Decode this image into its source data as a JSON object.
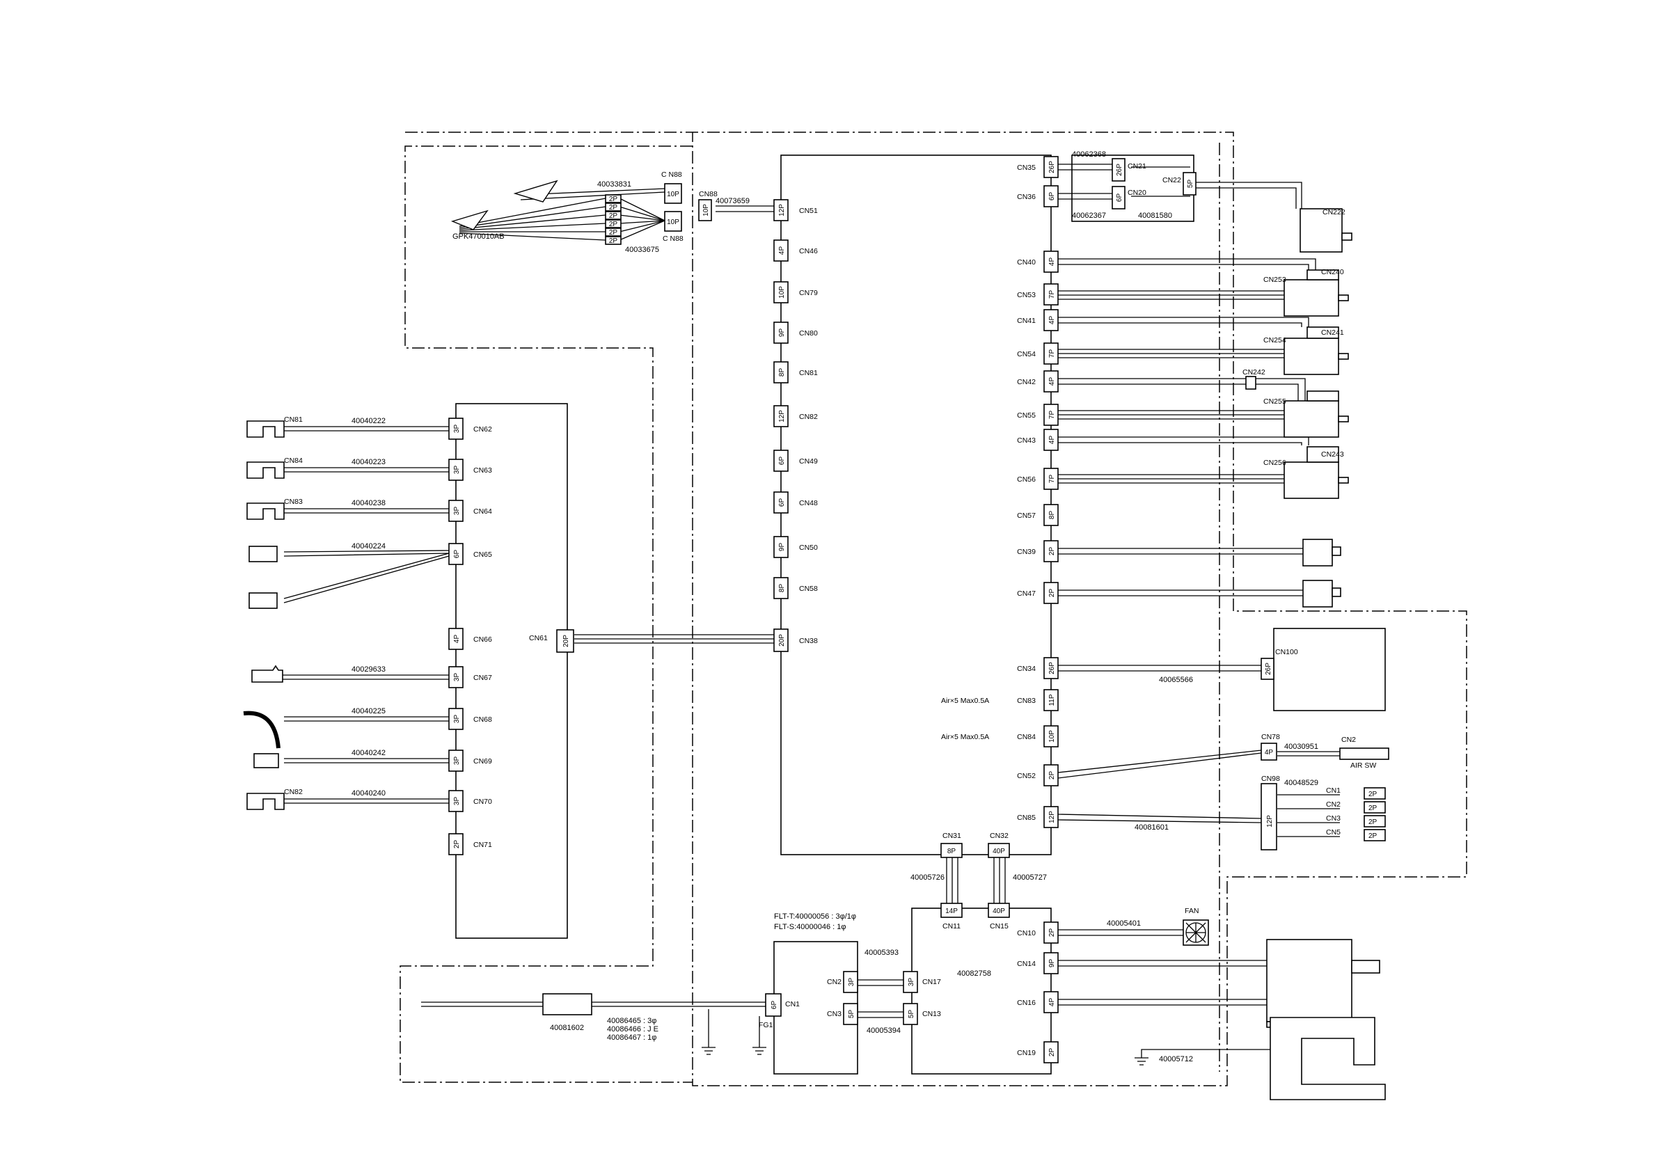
{
  "top_harness": {
    "part_a": "40033831",
    "part_b": "40033675",
    "assembly": "GPK470010AB",
    "cn88_top_label": "C N88",
    "cn88_top_pins": "10P",
    "cn88_bot_label": "C N88",
    "cn88_bot_pins": "10P",
    "mini_pins": "2P",
    "cn88_board_label": "CN88",
    "cn88_board_pins": "10P",
    "cable_to_cn51": "40073659"
  },
  "main_board": {
    "left_connectors": [
      {
        "name": "CN51",
        "pins": "12P"
      },
      {
        "name": "CN46",
        "pins": "4P"
      },
      {
        "name": "CN79",
        "pins": "10P"
      },
      {
        "name": "CN80",
        "pins": "9P"
      },
      {
        "name": "CN81",
        "pins": "8P"
      },
      {
        "name": "CN82",
        "pins": "12P"
      },
      {
        "name": "CN49",
        "pins": "6P"
      },
      {
        "name": "CN48",
        "pins": "6P"
      },
      {
        "name": "CN50",
        "pins": "9P"
      },
      {
        "name": "CN58",
        "pins": "8P"
      },
      {
        "name": "CN38",
        "pins": "20P"
      }
    ],
    "right_connectors": [
      {
        "name": "CN35",
        "pins": "26P"
      },
      {
        "name": "CN36",
        "pins": "6P"
      },
      {
        "name": "CN40",
        "pins": "4P"
      },
      {
        "name": "CN53",
        "pins": "7P"
      },
      {
        "name": "CN41",
        "pins": "4P"
      },
      {
        "name": "CN54",
        "pins": "7P"
      },
      {
        "name": "CN42",
        "pins": "4P"
      },
      {
        "name": "CN55",
        "pins": "7P"
      },
      {
        "name": "CN43",
        "pins": "4P"
      },
      {
        "name": "CN56",
        "pins": "7P"
      },
      {
        "name": "CN57",
        "pins": "8P"
      },
      {
        "name": "CN39",
        "pins": "2P"
      },
      {
        "name": "CN47",
        "pins": "2P"
      },
      {
        "name": "CN34",
        "pins": "26P"
      },
      {
        "name": "CN83",
        "pins": "11P"
      },
      {
        "name": "CN84",
        "pins": "10P"
      },
      {
        "name": "CN52",
        "pins": "2P"
      },
      {
        "name": "CN85",
        "pins": "12P"
      }
    ],
    "bottom_connectors": [
      {
        "name": "CN31",
        "pins": "8P"
      },
      {
        "name": "CN32",
        "pins": "40P"
      }
    ],
    "air_note_1": "Air×5 Max0.5A",
    "air_note_2": "Air×5 Max0.5A"
  },
  "top_right": {
    "cable_top": "40062368",
    "cable_bottom": "40062367",
    "cn21": {
      "name": "CN21",
      "pins": "26P"
    },
    "cn20": {
      "name": "CN20",
      "pins": "6P"
    },
    "cn22": {
      "name": "CN22",
      "pins": "5P"
    },
    "board_part": "40081580",
    "motor_label": "CN222"
  },
  "motors": [
    {
      "connector": "CN253",
      "motor": "CN240"
    },
    {
      "connector": "CN254",
      "motor": "CN241"
    },
    {
      "connector": "CN255",
      "motor": "CN242"
    },
    {
      "connector": "CN256",
      "motor": "CN243"
    }
  ],
  "right_devices": {
    "cn100": {
      "name": "CN100",
      "pins": "26P"
    },
    "cable_cn34": "40065566",
    "cn78": {
      "name": "CN78",
      "pins": "4P"
    },
    "cable_cn78": "40030951",
    "cn2_label": "CN2",
    "air_sw": "AIR SW",
    "cn98": {
      "name": "CN98",
      "pins": "12P"
    },
    "cable_cn98": "40048529",
    "cable_cn85": "40081601",
    "outputs": [
      {
        "name": "CN1",
        "pins": "2P"
      },
      {
        "name": "CN2",
        "pins": "2P"
      },
      {
        "name": "CN3",
        "pins": "2P"
      },
      {
        "name": "CN5",
        "pins": "2P"
      }
    ]
  },
  "io_board": {
    "cn61": {
      "name": "CN61",
      "pins": "20P"
    },
    "connectors": [
      {
        "name": "CN62",
        "pins": "3P",
        "cable": "40040222",
        "sensor": "CN81"
      },
      {
        "name": "CN63",
        "pins": "3P",
        "cable": "40040223",
        "sensor": "CN84"
      },
      {
        "name": "CN64",
        "pins": "3P",
        "cable": "40040238",
        "sensor": "CN83"
      },
      {
        "name": "CN65",
        "pins": "6P",
        "cable": "40040224",
        "sensor": ""
      },
      {
        "name": "CN66",
        "pins": "4P",
        "cable": "",
        "sensor": ""
      },
      {
        "name": "CN67",
        "pins": "3P",
        "cable": "40029633",
        "sensor": ""
      },
      {
        "name": "CN68",
        "pins": "3P",
        "cable": "40040225",
        "sensor": ""
      },
      {
        "name": "CN69",
        "pins": "3P",
        "cable": "40040242",
        "sensor": ""
      },
      {
        "name": "CN70",
        "pins": "3P",
        "cable": "40040240",
        "sensor": "CN82"
      },
      {
        "name": "CN71",
        "pins": "2P",
        "cable": "",
        "sensor": ""
      }
    ]
  },
  "power": {
    "cable_in": "40081602",
    "variants": [
      "40086465 : 3φ",
      "40086466 : J E",
      "40086467 : 1φ"
    ],
    "fg": "FG1",
    "filter_t": "FLT-T:40000056 : 3φ/1φ",
    "filter_s": "FLT-S:40000046 : 1φ",
    "cn1": {
      "name": "CN1",
      "pins": "6P"
    },
    "cn2": {
      "name": "CN2",
      "pins": "3P"
    },
    "cn3": {
      "name": "CN3",
      "pins": "5P"
    },
    "cable_cn2": "40005393",
    "cable_cn3": "40005394"
  },
  "servo_board": {
    "part": "40082758",
    "cn17": {
      "name": "CN17",
      "pins": "3P"
    },
    "cn13": {
      "name": "CN13",
      "pins": "5P"
    },
    "cn11": {
      "name": "CN11",
      "pins": "14P"
    },
    "cn15": {
      "name": "CN15",
      "pins": "40P"
    },
    "cable_cn31": "40005726",
    "cable_cn32": "40005727",
    "cn10": {
      "name": "CN10",
      "pins": "2P"
    },
    "cn14": {
      "name": "CN14",
      "pins": "9P"
    },
    "cn16": {
      "name": "CN16",
      "pins": "4P"
    },
    "cn19": {
      "name": "CN19",
      "pins": "2P"
    },
    "fan": "FAN",
    "cable_fan": "40005401",
    "cable_ground": "40005712"
  }
}
